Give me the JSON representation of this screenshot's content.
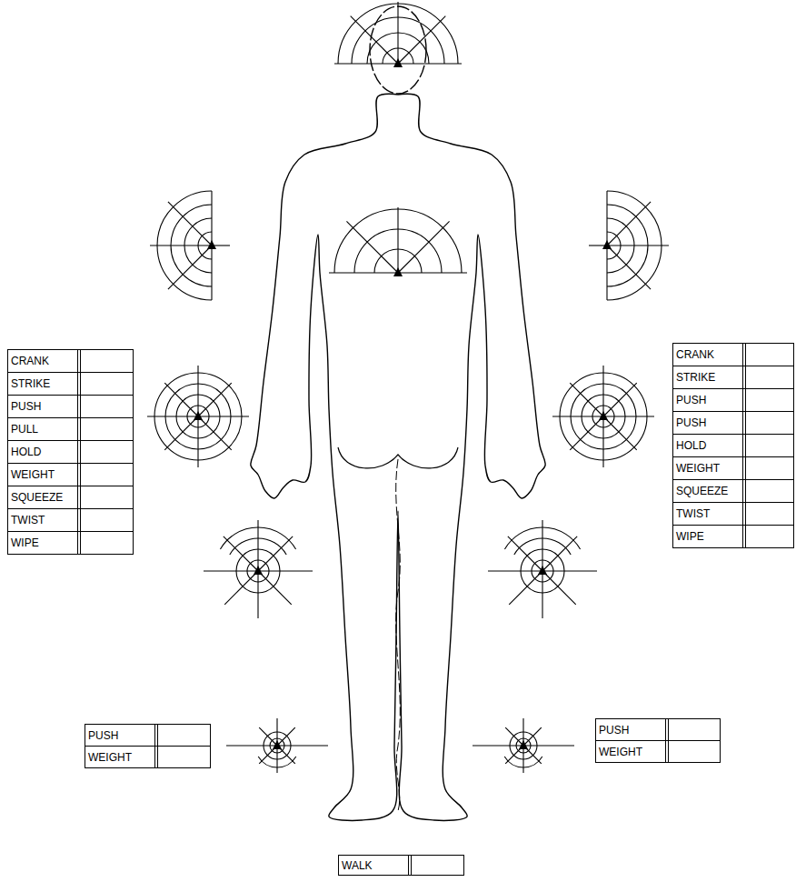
{
  "diagram": {
    "nodes": [
      {
        "text": [
          "CRANK"
        ]
      },
      {
        "text": [
          "STRIKE"
        ]
      },
      {
        "text": [
          "PUSH"
        ]
      },
      {
        "text": [
          "PULL"
        ]
      },
      {
        "text": [
          "HOLD"
        ]
      },
      {
        "text": [
          "WEIGHT"
        ]
      },
      {
        "text": [
          "SQUEEZE"
        ]
      },
      {
        "text": [
          "TWIST"
        ]
      },
      {
        "text": [
          "WIPE"
        ]
      },
      {
        "text": [
          "CRANK"
        ]
      },
      {
        "text": [
          "STRIKE"
        ]
      },
      {
        "text": [
          "PUSH"
        ]
      },
      {
        "text": [
          "PUSH"
        ]
      },
      {
        "text": [
          "HOLD"
        ]
      },
      {
        "text": [
          "WEIGHT"
        ]
      },
      {
        "text": [
          "SQUEEZE"
        ]
      },
      {
        "text": [
          "TWIST"
        ]
      },
      {
        "text": [
          "WIPE"
        ]
      },
      {
        "text": [
          "PUSH"
        ]
      },
      {
        "text": [
          "WEIGHT"
        ]
      },
      {
        "text": [
          "PUSH"
        ]
      },
      {
        "text": [
          "WEIGHT"
        ]
      },
      {
        "text": [
          "WALK"
        ]
      }
    ]
  }
}
